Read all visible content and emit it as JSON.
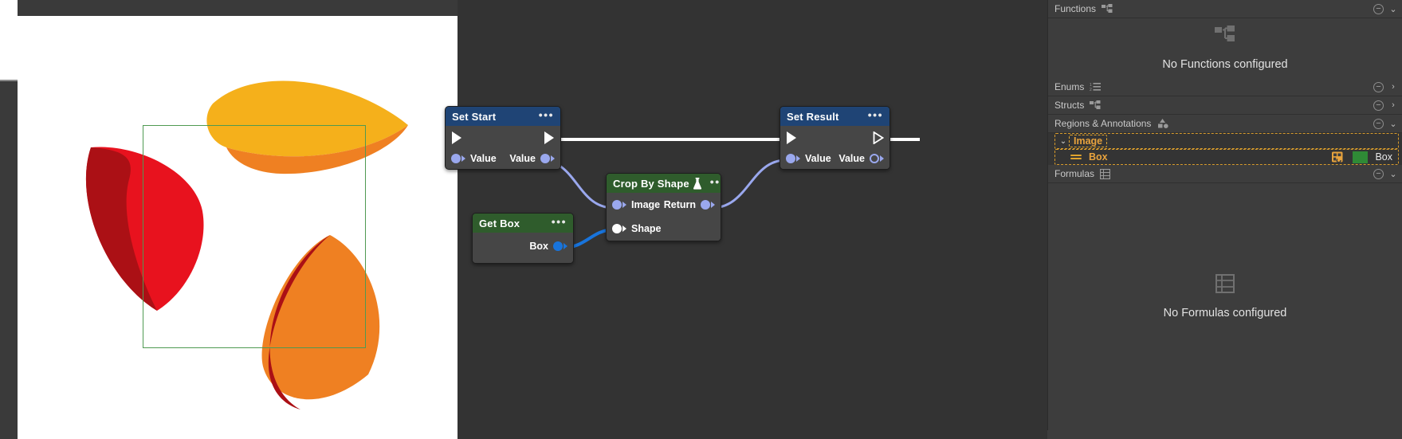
{
  "viewer": {
    "name": "image-viewer",
    "background": "#ffffff",
    "region_rect_color": "#4f9a52",
    "shapes": [
      {
        "name": "yellow-petal",
        "color": "#f5b01b"
      },
      {
        "name": "orange-petal",
        "color": "#ef8022"
      },
      {
        "name": "red-petal",
        "color": "#e8121e"
      },
      {
        "name": "dark-red-petal",
        "color": "#ab1015"
      }
    ]
  },
  "graph": {
    "background": "#333333",
    "exec_wire_color": "#ffffff",
    "data_wire_color": "#9aa8ee",
    "box_wire_color": "#1874dc",
    "nodes": [
      {
        "id": "set-start",
        "title": "Set Start",
        "header_color": "#1f4475",
        "menu": "•••",
        "input_pin": "Value",
        "output_pin": "Value"
      },
      {
        "id": "set-result",
        "title": "Set Result",
        "header_color": "#1f4475",
        "menu": "•••",
        "input_pin": "Value",
        "output_pin": "Value"
      },
      {
        "id": "crop-by-shape",
        "title": "Crop By Shape",
        "header_color": "#2f5c2c",
        "menu": "•••",
        "icon": "flask-icon",
        "input_pin_1": "Image",
        "input_pin_2": "Shape",
        "output_pin": "Return"
      },
      {
        "id": "get-box",
        "title": "Get Box",
        "header_color": "#2f5c2c",
        "menu": "•••",
        "output_pin": "Box"
      }
    ]
  },
  "right_panel": {
    "sections": [
      {
        "id": "functions",
        "title": "Functions",
        "icon": "struct-tree-icon",
        "collapse_glyph": "−",
        "chevron": "⌄",
        "empty_text": "No Functions configured"
      },
      {
        "id": "enums",
        "title": "Enums",
        "icon": "enum-list-icon",
        "collapse_glyph": "−",
        "chevron": "›"
      },
      {
        "id": "structs",
        "title": "Structs",
        "icon": "struct-tree-icon",
        "collapse_glyph": "−",
        "chevron": "›"
      },
      {
        "id": "regions",
        "title": "Regions & Annotations",
        "icon": "shapes-icon",
        "collapse_glyph": "−",
        "chevron": "⌄"
      },
      {
        "id": "formulas",
        "title": "Formulas",
        "icon": "formula-grid-icon",
        "collapse_glyph": "−",
        "chevron": "⌄",
        "empty_text": "No Formulas configured"
      }
    ],
    "region_tree": {
      "group": {
        "caret": "⌄",
        "label": "Image"
      },
      "child": {
        "label": "Box",
        "tag_icon": "tag-icon",
        "swatch_color": "#2f8a36",
        "swatch_label": "Box"
      }
    }
  }
}
